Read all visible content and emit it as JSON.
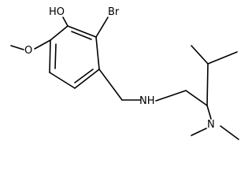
{
  "molecule": {
    "atoms": {
      "hydroxyl": "HO",
      "bromine": "Br",
      "methoxy_oxygen": "O",
      "amine": "NH",
      "dimethylamino": "N"
    }
  }
}
